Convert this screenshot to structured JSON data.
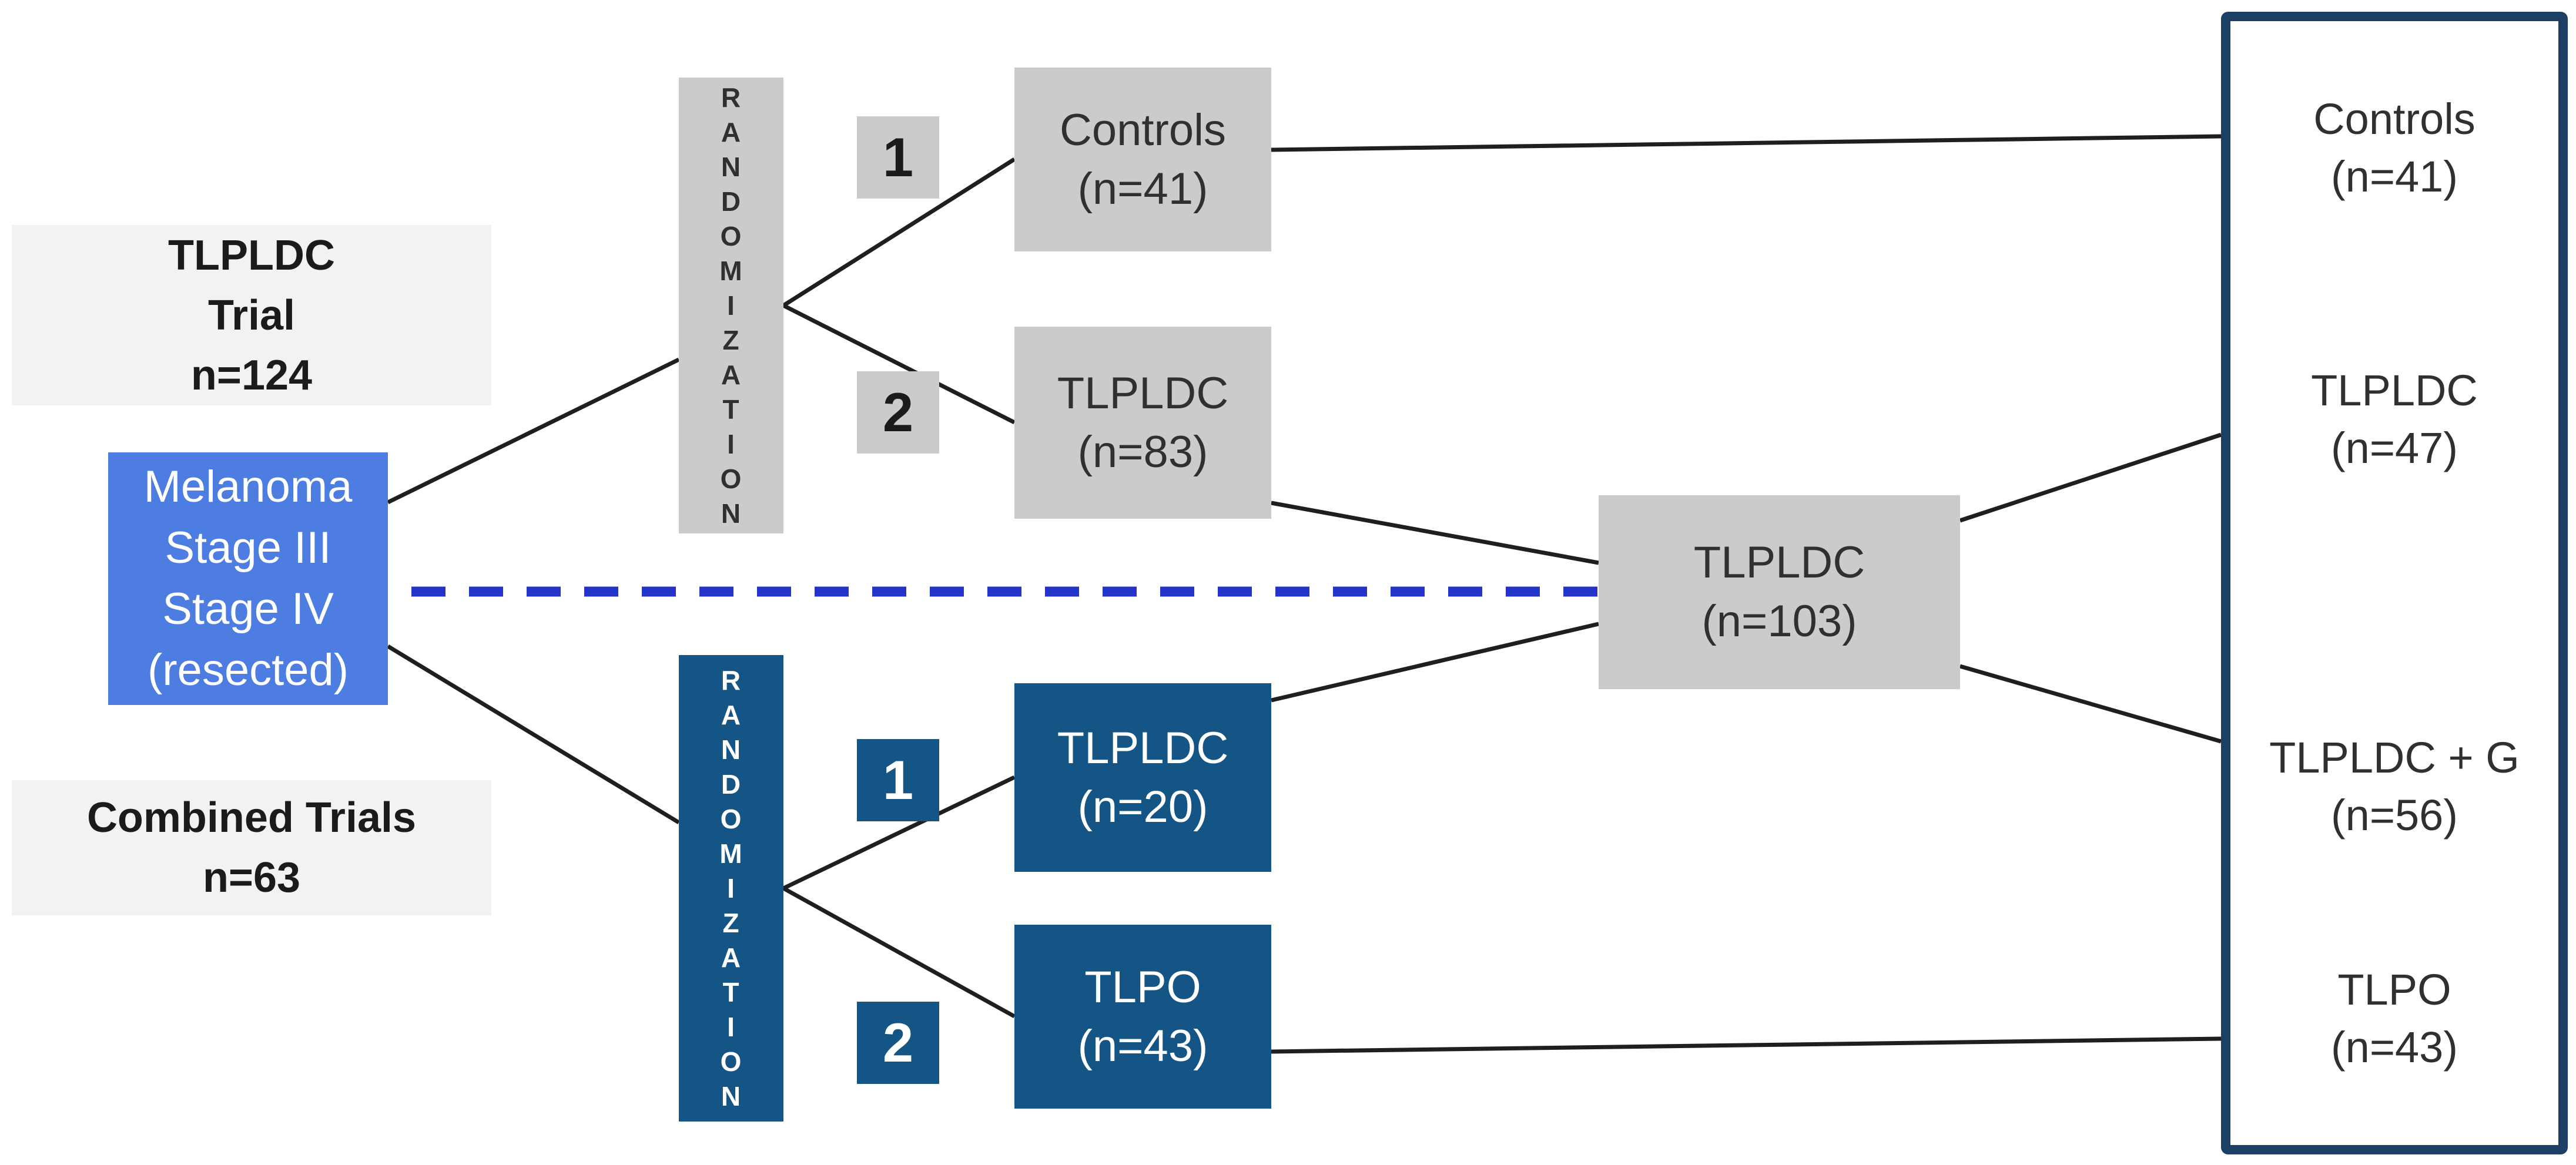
{
  "colors": {
    "background": "#ffffff",
    "light_label_bg": "#f2f2f2",
    "gray_box": "#cbcbcb",
    "blue_box": "#4d7de1",
    "dark_blue_box": "#155585",
    "panel_border": "#1c3f66",
    "connector": "#1f1f1f",
    "dashed_line": "#2434c8",
    "text_dark": "#1b1b1b",
    "text_gray_box": "#303030",
    "text_white": "#ffffff"
  },
  "left_column": {
    "tlpldc_trial_label": {
      "lines": [
        "TLPLDC",
        "Trial",
        "n=124"
      ]
    },
    "population_box": {
      "lines": [
        "Melanoma",
        "Stage III",
        "Stage IV",
        "(resected)"
      ]
    },
    "combined_trials_label": {
      "lines": [
        "Combined Trials",
        "n=63"
      ]
    }
  },
  "randomization_word": "RANDOMIZATION",
  "top_trial": {
    "arm1_number": "1",
    "arm2_number": "2",
    "arm1_box": {
      "lines": [
        "Controls",
        "(n=41)"
      ]
    },
    "arm2_box": {
      "lines": [
        "TLPLDC",
        "(n=83)"
      ]
    }
  },
  "bottom_trial": {
    "arm1_number": "1",
    "arm2_number": "2",
    "arm1_box": {
      "lines": [
        "TLPLDC",
        "(n=20)"
      ]
    },
    "arm2_box": {
      "lines": [
        "TLPO",
        "(n=43)"
      ]
    }
  },
  "pooled_box": {
    "lines": [
      "TLPLDC",
      "(n=103)"
    ]
  },
  "final_panel": {
    "groups": [
      {
        "lines": [
          "Controls",
          "(n=41)"
        ]
      },
      {
        "lines": [
          "TLPLDC",
          "(n=47)"
        ]
      },
      {
        "lines": [
          "TLPLDC + G",
          "(n=56)"
        ]
      },
      {
        "lines": [
          "TLPO",
          "(n=43)"
        ]
      }
    ]
  }
}
